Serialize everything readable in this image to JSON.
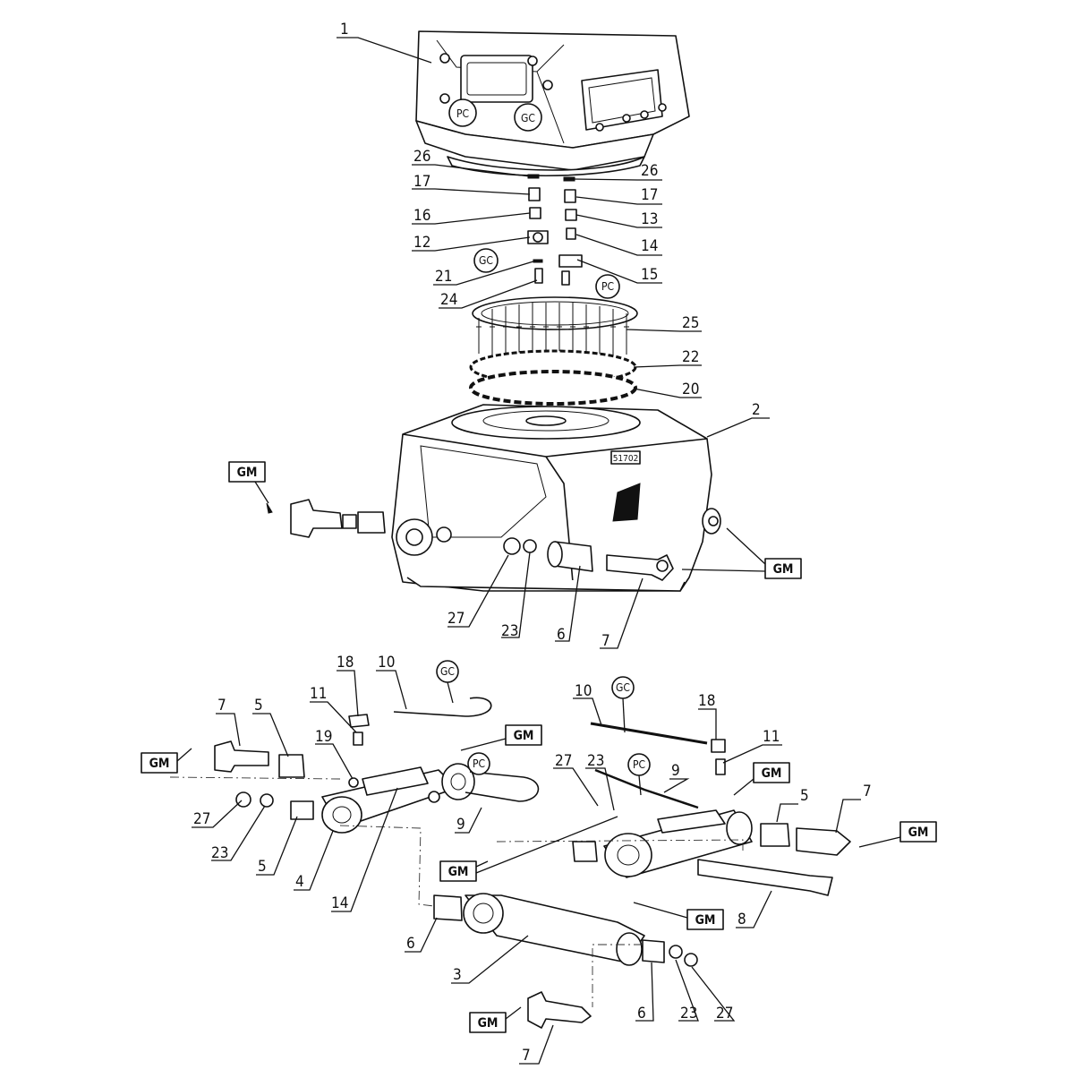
{
  "callouts": [
    {
      "id": "c1",
      "text": "1"
    },
    {
      "id": "c26a",
      "text": "26"
    },
    {
      "id": "c26b",
      "text": "26"
    },
    {
      "id": "c17a",
      "text": "17"
    },
    {
      "id": "c17b",
      "text": "17"
    },
    {
      "id": "c16",
      "text": "16"
    },
    {
      "id": "c13",
      "text": "13"
    },
    {
      "id": "c12",
      "text": "12"
    },
    {
      "id": "c14a",
      "text": "14"
    },
    {
      "id": "c21",
      "text": "21"
    },
    {
      "id": "c15",
      "text": "15"
    },
    {
      "id": "c24",
      "text": "24"
    },
    {
      "id": "c25",
      "text": "25"
    },
    {
      "id": "c22",
      "text": "22"
    },
    {
      "id": "c20",
      "text": "20"
    },
    {
      "id": "c2",
      "text": "2"
    },
    {
      "id": "c27a",
      "text": "27"
    },
    {
      "id": "c23a",
      "text": "23"
    },
    {
      "id": "c6a",
      "text": "6"
    },
    {
      "id": "c7a",
      "text": "7"
    },
    {
      "id": "c18a",
      "text": "18"
    },
    {
      "id": "c10a",
      "text": "10"
    },
    {
      "id": "c10b",
      "text": "10"
    },
    {
      "id": "c18b",
      "text": "18"
    },
    {
      "id": "c7b",
      "text": "7"
    },
    {
      "id": "c5a",
      "text": "5"
    },
    {
      "id": "c11a",
      "text": "11"
    },
    {
      "id": "c11b",
      "text": "11"
    },
    {
      "id": "c19",
      "text": "19"
    },
    {
      "id": "c27b",
      "text": "27"
    },
    {
      "id": "c23b",
      "text": "23"
    },
    {
      "id": "c9a",
      "text": "9"
    },
    {
      "id": "c9b",
      "text": "9"
    },
    {
      "id": "c5b",
      "text": "5"
    },
    {
      "id": "c7c",
      "text": "7"
    },
    {
      "id": "c27c",
      "text": "27"
    },
    {
      "id": "c23c",
      "text": "23"
    },
    {
      "id": "c5c",
      "text": "5"
    },
    {
      "id": "c4",
      "text": "4"
    },
    {
      "id": "c14b",
      "text": "14"
    },
    {
      "id": "c8",
      "text": "8"
    },
    {
      "id": "c6b",
      "text": "6"
    },
    {
      "id": "c3",
      "text": "3"
    },
    {
      "id": "c6c",
      "text": "6"
    },
    {
      "id": "c23d",
      "text": "23"
    },
    {
      "id": "c27d",
      "text": "27"
    },
    {
      "id": "c7d",
      "text": "7"
    }
  ],
  "grease_tags": [
    {
      "id": "gm1",
      "text": "GM"
    },
    {
      "id": "gm2",
      "text": "GM"
    },
    {
      "id": "gm3",
      "text": "GM"
    },
    {
      "id": "gm4",
      "text": "GM"
    },
    {
      "id": "gm5",
      "text": "GM"
    },
    {
      "id": "gm6",
      "text": "GM"
    },
    {
      "id": "gm7",
      "text": "GM"
    },
    {
      "id": "gm8",
      "text": "GM"
    },
    {
      "id": "gm9",
      "text": "GM"
    }
  ],
  "port_markers": [
    {
      "id": "pc1",
      "text": "PC"
    },
    {
      "id": "gc1",
      "text": "GC"
    },
    {
      "id": "gc2",
      "text": "GC"
    },
    {
      "id": "pc2",
      "text": "PC"
    },
    {
      "id": "gc3",
      "text": "GC"
    },
    {
      "id": "gc4",
      "text": "GC"
    },
    {
      "id": "pc3",
      "text": "PC"
    },
    {
      "id": "pc4",
      "text": "PC"
    }
  ],
  "housing_marking": "51702"
}
